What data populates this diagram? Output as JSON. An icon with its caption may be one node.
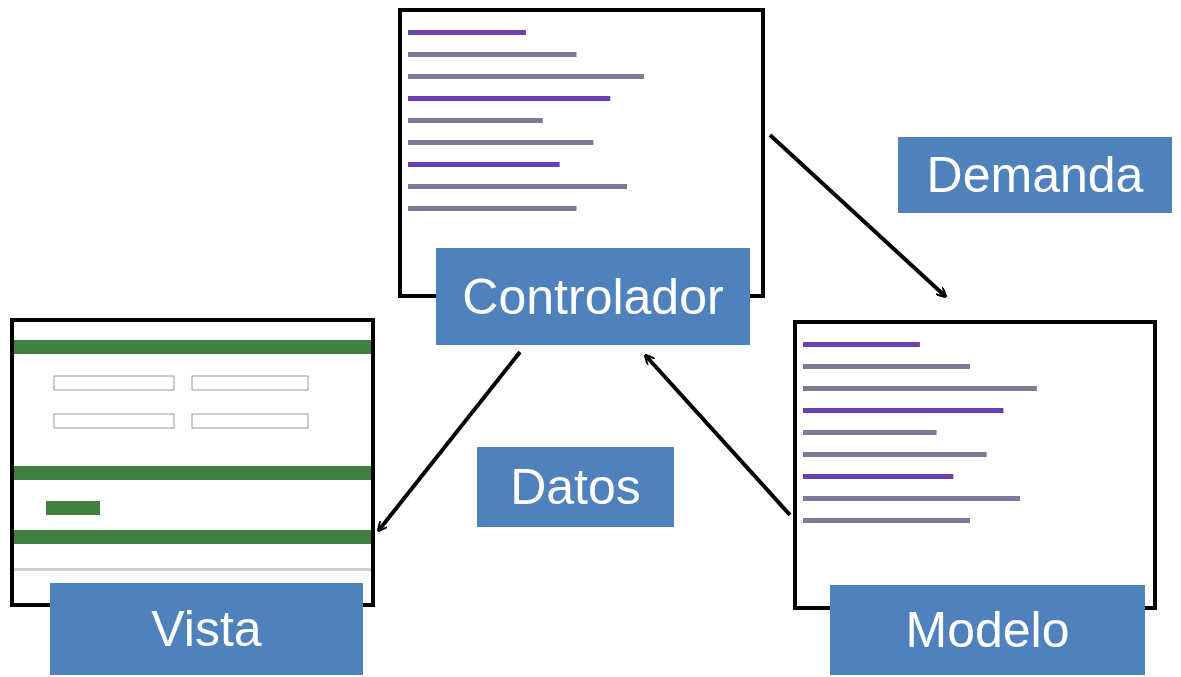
{
  "diagram": {
    "nodes": [
      {
        "text": [
          "Controlador"
        ]
      },
      {
        "text": [
          "Demanda"
        ]
      },
      {
        "text": [
          "Vista"
        ]
      },
      {
        "text": [
          "Datos"
        ]
      },
      {
        "text": [
          "Modelo"
        ]
      }
    ],
    "edges": [
      {
        "from": 0,
        "to": 4,
        "arrow": "to"
      },
      {
        "from": 4,
        "to": 0,
        "arrow": "to"
      },
      {
        "from": 0,
        "to": 2,
        "arrow": "to"
      }
    ]
  }
}
